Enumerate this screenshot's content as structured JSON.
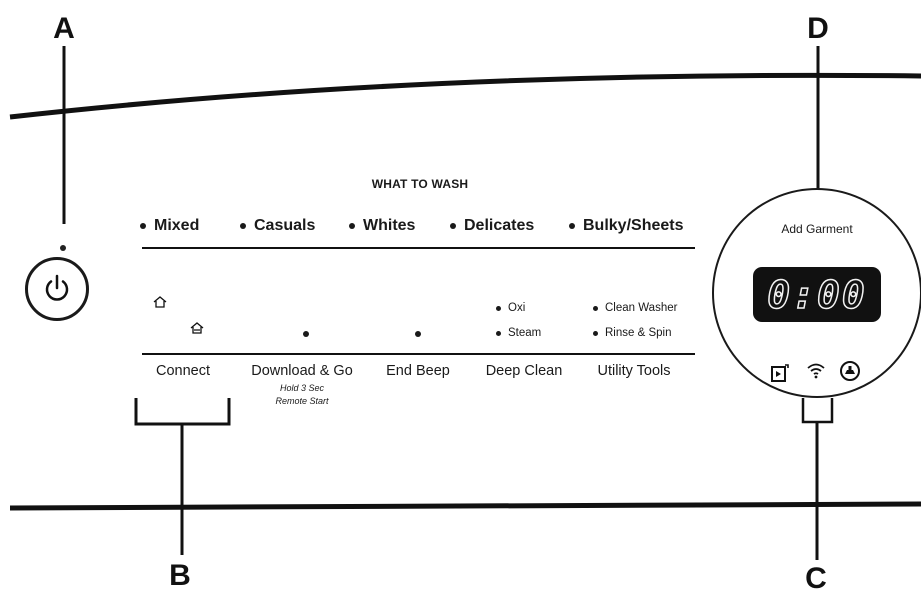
{
  "callouts": {
    "a": "A",
    "b": "B",
    "c": "C",
    "d": "D"
  },
  "what_to_wash": {
    "title": "WHAT TO WASH",
    "items": [
      "Mixed",
      "Casuals",
      "Whites",
      "Delicates",
      "Bulky/Sheets"
    ]
  },
  "buttons": {
    "connect": "Connect",
    "download": "Download & Go",
    "download_hold": "Hold 3 Sec",
    "download_remote": "Remote Start",
    "end_beep": "End Beep",
    "deep_clean": "Deep Clean",
    "utility_tools": "Utility Tools"
  },
  "options": {
    "deep_clean": [
      "Oxi",
      "Steam"
    ],
    "utility_tools": [
      "Clean Washer",
      "Rinse & Spin"
    ]
  },
  "dial": {
    "add_garment": "Add Garment",
    "display": "0:00"
  },
  "icons": [
    "power-icon",
    "home-icon",
    "remote-start-icon",
    "wifi-icon",
    "lid-lock-icon"
  ]
}
